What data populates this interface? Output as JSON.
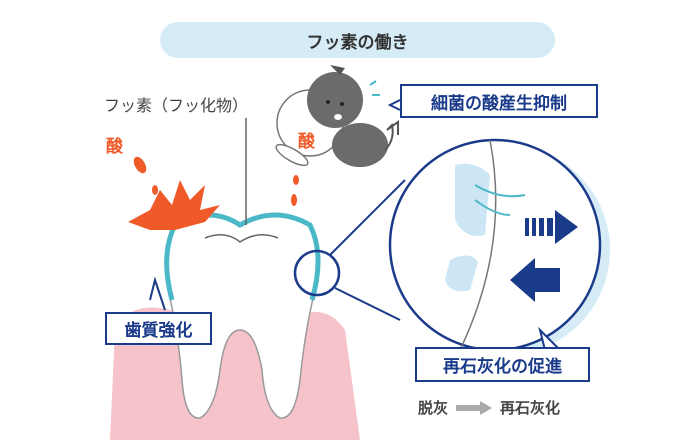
{
  "title": "フッ素の働き",
  "fluoride_label": "フッ素（フッ化物）",
  "acid_label_left": "酸",
  "acid_label_bacteria": "酸",
  "callouts": {
    "bacteria": "細菌の酸産生抑制",
    "tooth": "歯質強化",
    "remineralization": "再石灰化の促進"
  },
  "legend": {
    "from": "脱灰",
    "to": "再石灰化"
  },
  "colors": {
    "navy": "#1a3a8a",
    "acid": "#f05a28",
    "enamel": "#4bb8c8",
    "gum": "#f2b8c0",
    "title_bg": "#d5ebf6"
  }
}
